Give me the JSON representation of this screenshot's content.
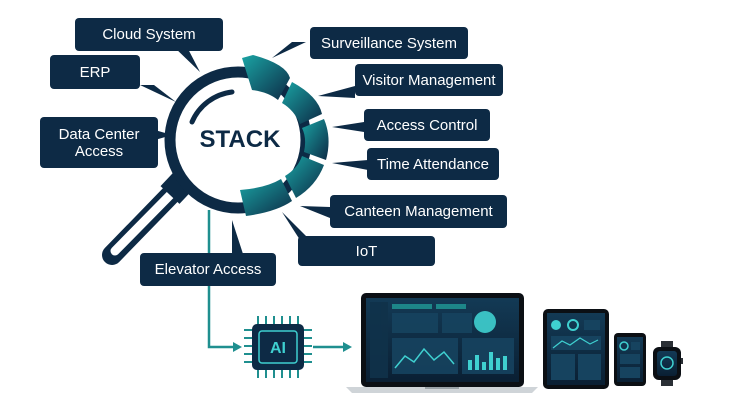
{
  "diagram": {
    "center_label": "STACK",
    "ai_label": "AI",
    "modules": [
      {
        "id": "cloud-system",
        "label": "Cloud System"
      },
      {
        "id": "erp",
        "label": "ERP"
      },
      {
        "id": "data-center-access",
        "label": "Data Center\nAccess"
      },
      {
        "id": "surveillance-system",
        "label": "Surveillance System"
      },
      {
        "id": "visitor-management",
        "label": "Visitor Management"
      },
      {
        "id": "access-control",
        "label": "Access Control"
      },
      {
        "id": "time-attendance",
        "label": "Time Attendance"
      },
      {
        "id": "canteen-management",
        "label": "Canteen Management"
      },
      {
        "id": "iot",
        "label": "IoT"
      },
      {
        "id": "elevator-access",
        "label": "Elevator Access"
      }
    ],
    "devices": [
      "laptop",
      "tablet",
      "smartphone",
      "smartwatch"
    ]
  },
  "colors": {
    "navy": "#0d2a45",
    "teal": "#1f8f8f",
    "teal_light": "#3fd0d0"
  }
}
